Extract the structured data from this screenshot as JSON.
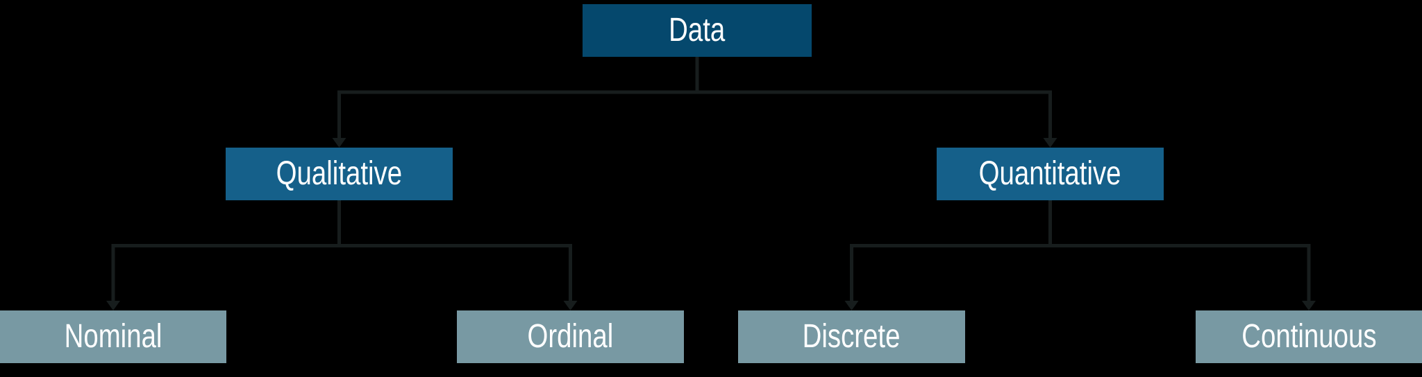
{
  "colors": {
    "background": "#000000",
    "root_fill": "#05486d",
    "branch_fill": "#15608a",
    "leaf_fill": "#7899a3",
    "line": "#171d1d",
    "text": "#ffffff"
  },
  "tree": {
    "root": {
      "label": "Data",
      "children": [
        {
          "label": "Qualitative",
          "children": [
            {
              "label": "Nominal"
            },
            {
              "label": "Ordinal"
            }
          ]
        },
        {
          "label": "Quantitative",
          "children": [
            {
              "label": "Discrete"
            },
            {
              "label": "Continuous"
            }
          ]
        }
      ]
    }
  }
}
